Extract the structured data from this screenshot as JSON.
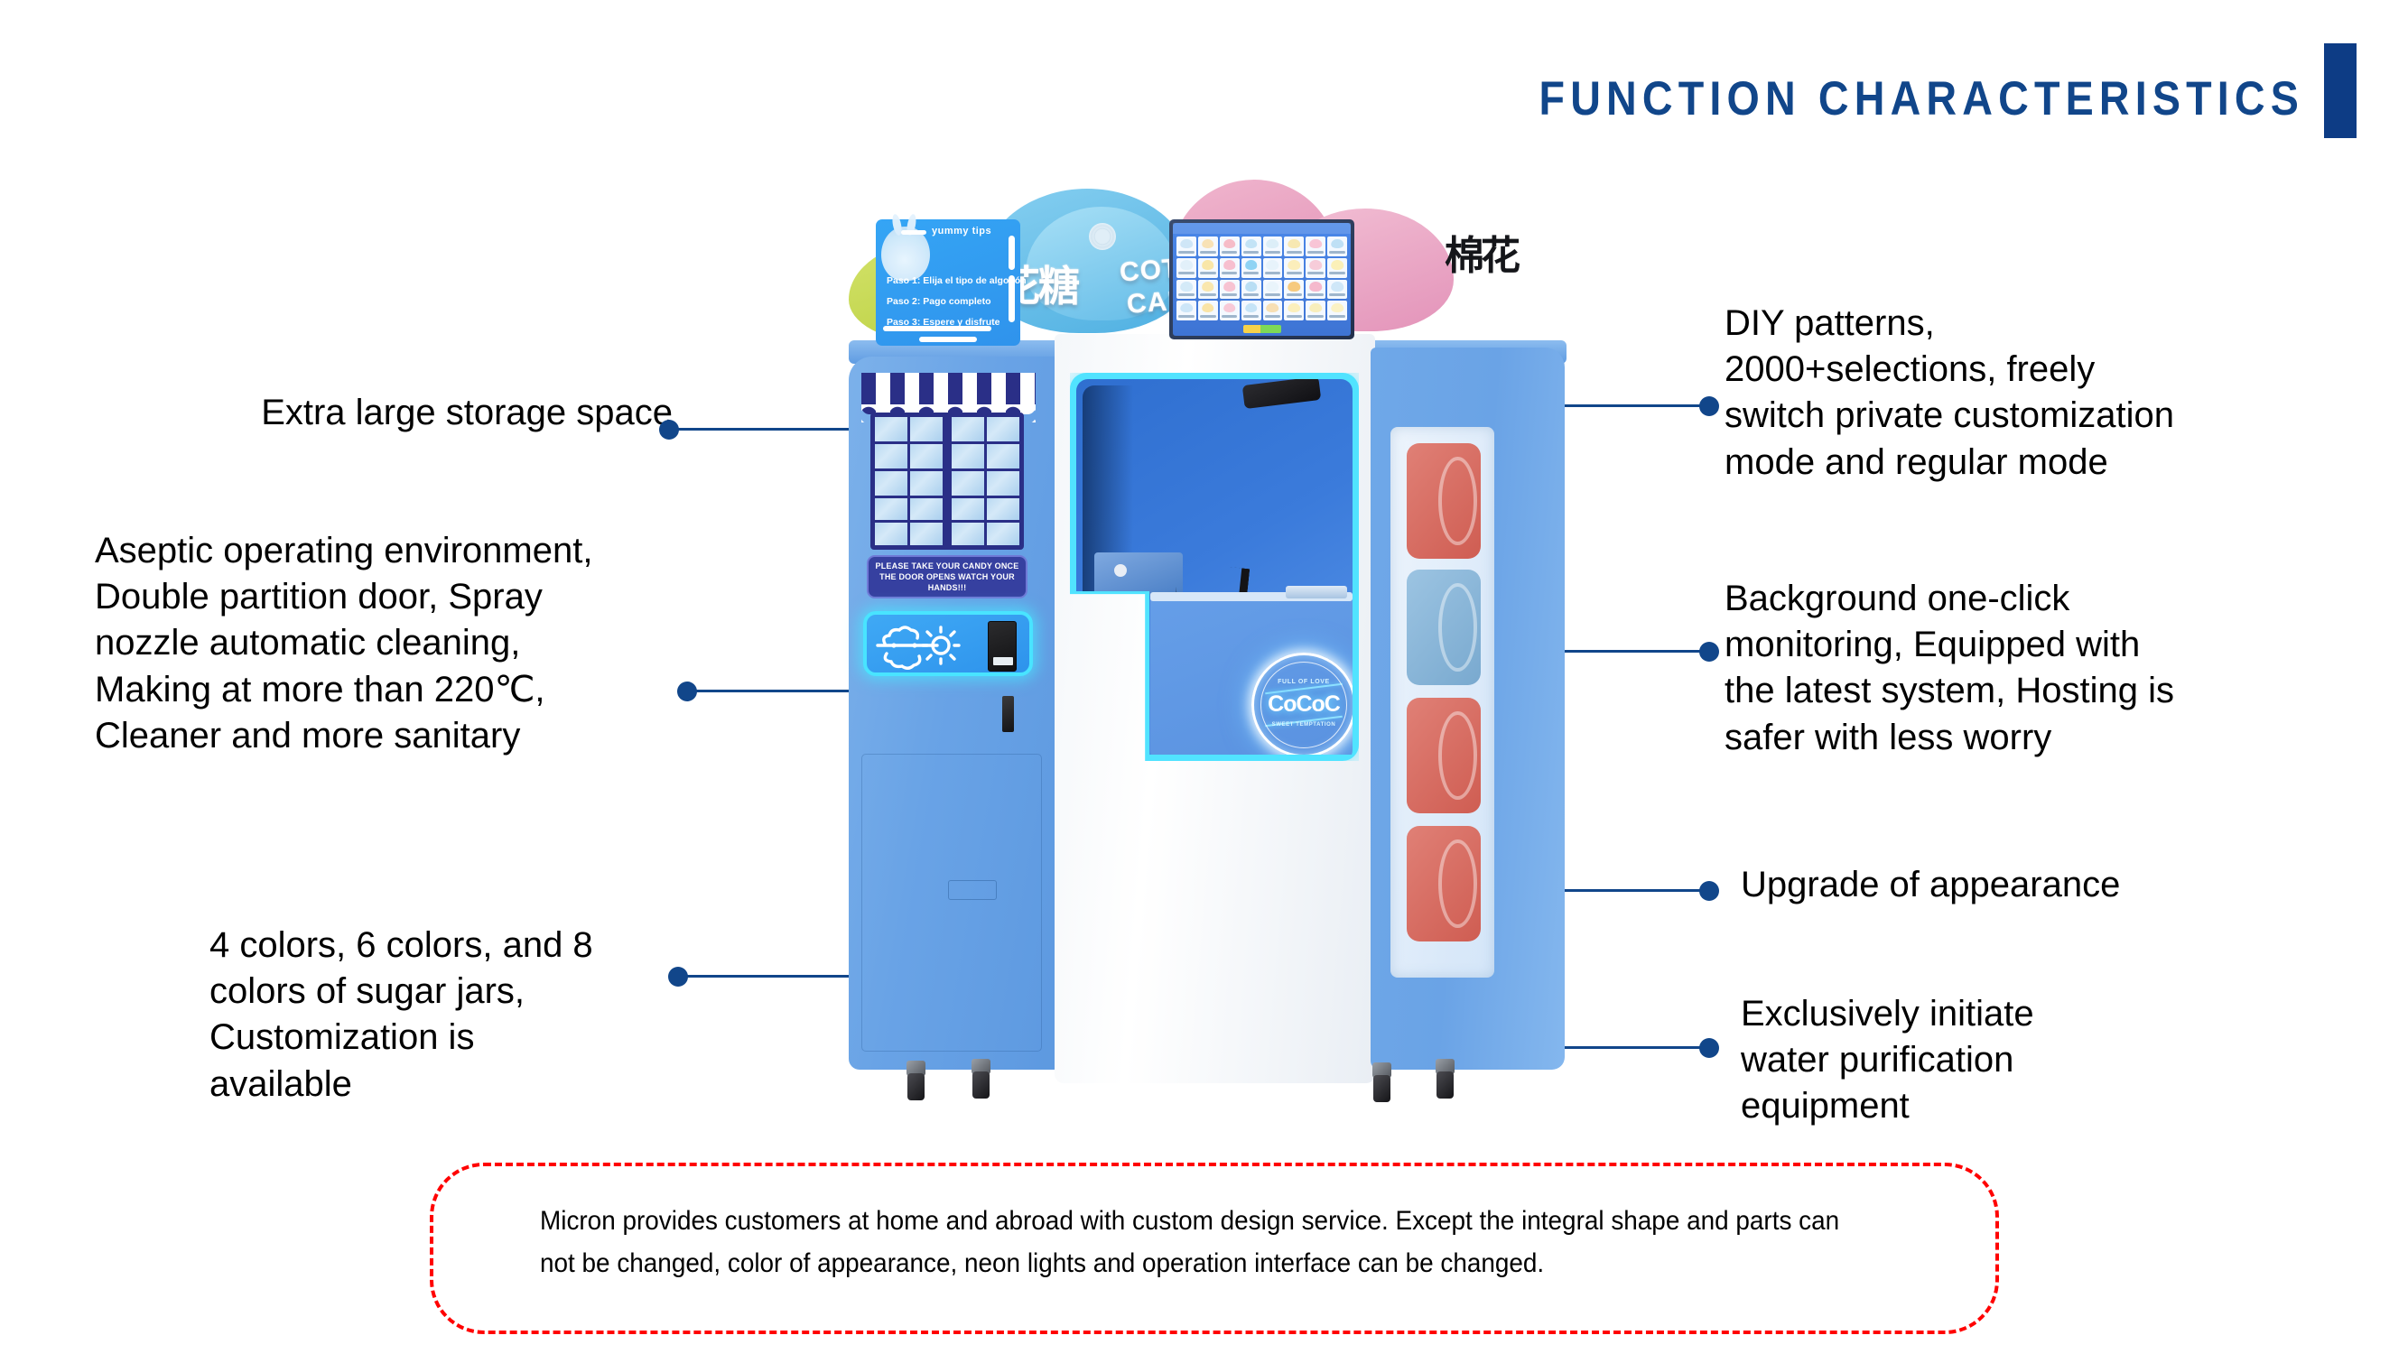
{
  "header": {
    "title": "FUNCTION CHARACTERISTICS",
    "accent_color": "#0d3c85",
    "title_color": "#11468a"
  },
  "callouts": {
    "left": [
      {
        "id": "storage",
        "text": "Extra large storage space"
      },
      {
        "id": "aseptic",
        "text": "Aseptic operating environment,\nDouble partition door, Spray\nnozzle automatic cleaning,\nMaking at more than 220℃,\nCleaner and more sanitary"
      },
      {
        "id": "colors",
        "text": "4 colors, 6 colors, and 8\ncolors of sugar jars,\nCustomization is\navailable"
      }
    ],
    "right": [
      {
        "id": "diy",
        "text": "DIY patterns,\n2000+selections, freely\nswitch private customization\nmode and regular mode"
      },
      {
        "id": "monitoring",
        "text": "Background one-click\nmonitoring, Equipped with\nthe latest system, Hosting is\nsafer with less worry"
      },
      {
        "id": "appearance",
        "text": "Upgrade of appearance"
      },
      {
        "id": "water",
        "text": "Exclusively initiate\nwater purification\nequipment"
      }
    ]
  },
  "footnote": {
    "text": "Micron provides customers at home and abroad with custom design service. Except the integral shape and parts can not be changed, color of appearance, neon lights and operation interface can be changed.",
    "border_color": "#ff0000"
  },
  "machine": {
    "sign": {
      "chinese": "棉花糖",
      "english_line1": "COTTON",
      "english_line2": "CANDY",
      "cloud_colors": [
        "#c4d94e",
        "#5fbce8",
        "#e79bbd",
        "#e79bbd"
      ]
    },
    "tips_panel": {
      "header": "yummy tips",
      "steps": [
        "Paso 1: Elija el tipo de algodón",
        "Paso 2: Pago completo",
        "Paso 3: Espere y disfrute"
      ]
    },
    "notice": {
      "text": "PLEASE TAKE YOUR CANDY ONCE THE DOOR OPENS WATCH YOUR HANDS!!!"
    },
    "neon_logo": {
      "word": "CoCoC",
      "top_text": "FULL OF LOVE",
      "bottom_text": "SWEET TEMPTATION"
    },
    "body_colors": {
      "blue": "#6aa3e6",
      "white": "#f2f6fa",
      "neon_cyan": "#51e3ff"
    },
    "sugar_jars": [
      {
        "index": 1,
        "color": "#d9695f"
      },
      {
        "index": 2,
        "color": "#7fb3d8"
      },
      {
        "index": 3,
        "color": "#d9695f"
      },
      {
        "index": 4,
        "color": "#d9695f"
      }
    ],
    "wheel_count": 4,
    "screen": {
      "grid_rows": 4,
      "grid_cols": 8
    }
  }
}
